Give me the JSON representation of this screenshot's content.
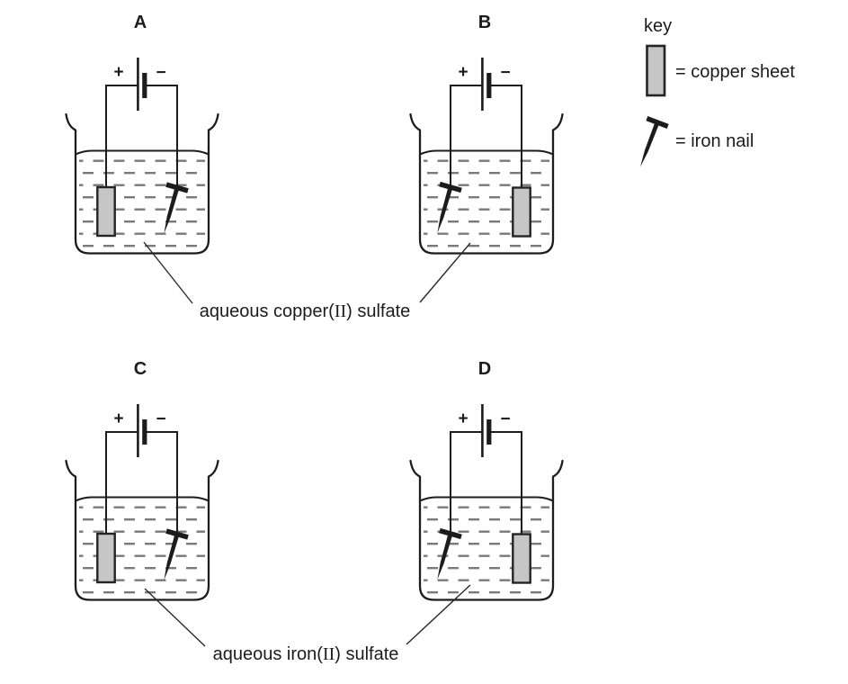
{
  "figure": {
    "description": "Four electrolysis setups comparing electrode arrangement in two solutions",
    "colors": {
      "ink": "#1c1c1c",
      "dash": "#7a7a7a",
      "copper_fill": "#c6c6c6",
      "copper_border": "#242424",
      "background": "#ffffff"
    }
  },
  "setups": [
    {
      "label": "A",
      "battery_plus": "+",
      "battery_minus": "−",
      "left_electrode": "copper sheet",
      "right_electrode": "iron nail",
      "solution": "aqueous copper(II) sulfate"
    },
    {
      "label": "B",
      "battery_plus": "+",
      "battery_minus": "−",
      "left_electrode": "iron nail",
      "right_electrode": "copper sheet",
      "solution": "aqueous copper(II) sulfate"
    },
    {
      "label": "C",
      "battery_plus": "+",
      "battery_minus": "−",
      "left_electrode": "copper sheet",
      "right_electrode": "iron nail",
      "solution": "aqueous iron(II) sulfate"
    },
    {
      "label": "D",
      "battery_plus": "+",
      "battery_minus": "−",
      "left_electrode": "iron nail",
      "right_electrode": "copper sheet",
      "solution": "aqueous iron(II) sulfate"
    }
  ],
  "solutions": [
    {
      "prefix": "aqueous copper(",
      "numeral": "II",
      "suffix": ") sulfate"
    },
    {
      "prefix": "aqueous iron(",
      "numeral": "II",
      "suffix": ") sulfate"
    }
  ],
  "key": {
    "title": "key",
    "items": [
      {
        "symbol": "copper-sheet",
        "label": "= copper sheet"
      },
      {
        "symbol": "iron-nail",
        "label": "= iron nail"
      }
    ]
  }
}
